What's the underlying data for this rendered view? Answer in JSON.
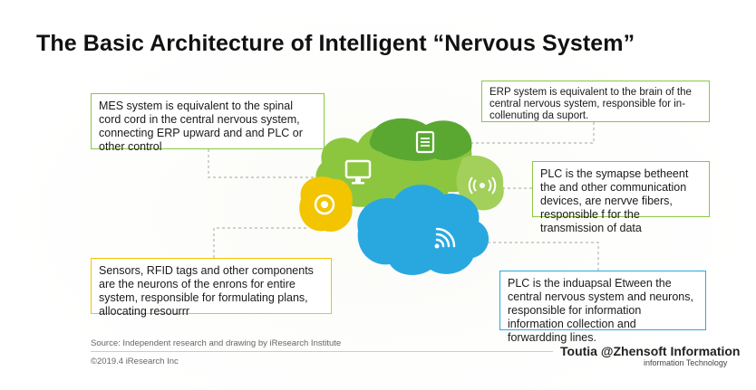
{
  "title": "The Basic Architecture of Intelligent “Nervous System”",
  "boxes": {
    "mes": "MES system is equivalent to the spinal cord cord in the central nervous system, connecting ERP upward and and PLC or other control",
    "erp": "ERP system is equivalent to the brain of the central nervous system, responsible for in-collenuting da suport.",
    "plc_synapse": "PLC is the symapse betheent the and other communication devices, are nervve fibers, responsible f for the transmission of data",
    "sensors": "Sensors, RFID tags and other components are the neurons of the enrons for entire system, responsible for formulating plans, allocating resourrr",
    "plc_interface": "PLC is the induapsal Etween the central nervous system and neurons, responsible for information information collection and forwardding lines."
  },
  "footer": {
    "source": "Source: Independent research and drawing by iResearch Institute",
    "copyright": "©2019.4 iResearch Inc",
    "brand": "Toutia @Zhensoft Information",
    "brand_sub": "information Technology"
  },
  "colors": {
    "green": "#8cc63f",
    "dark_green": "#5aa832",
    "blue": "#29a8e0",
    "yellow": "#f2c500",
    "connector": "#b5b5b5"
  },
  "icons": [
    "monitor-icon",
    "document-icon",
    "signal-icon",
    "target-icon",
    "wifi-icon"
  ]
}
